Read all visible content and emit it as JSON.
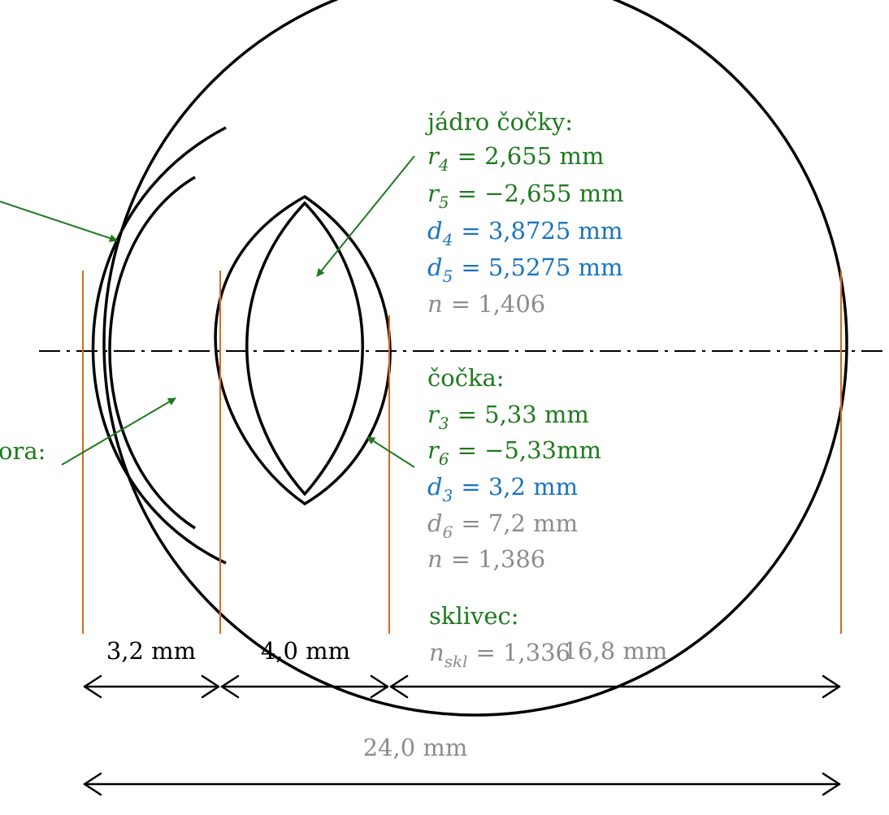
{
  "colors": {
    "outline": "#000000",
    "guide": "#d9691c",
    "green": "#1f7a1f",
    "blue": "#1a74c0",
    "gray": "#8c8c8c",
    "arrow": "#1f7a1f"
  },
  "labels": {
    "nucleus": {
      "heading": "jádro čočky:",
      "lines": [
        {
          "var": "r",
          "sub": "4",
          "value": "= 2,655 mm"
        },
        {
          "var": "r",
          "sub": "5",
          "value": "= −2,655 mm"
        },
        {
          "var": "d",
          "sub": "4",
          "value": "= 3,8725 mm"
        },
        {
          "var": "d",
          "sub": "5",
          "value": "= 5,5275 mm"
        },
        {
          "var": "n",
          "sub": "",
          "value": "= 1,406"
        }
      ]
    },
    "lens": {
      "heading": "čočka:",
      "lines": [
        {
          "var": "r",
          "sub": "3",
          "value": "= 5,33 mm"
        },
        {
          "var": "r",
          "sub": "6",
          "value": "= −5,33mm"
        },
        {
          "var": "d",
          "sub": "3",
          "value": "= 3,2 mm"
        },
        {
          "var": "d",
          "sub": "6",
          "value": "= 7,2 mm"
        },
        {
          "var": "n",
          "sub": "",
          "value": "= 1,386"
        }
      ]
    },
    "vitreous": {
      "heading": "sklivec:",
      "line": {
        "var": "n",
        "sub": "skl",
        "value": "= 1,336"
      }
    },
    "chamber_fragment": "ora:"
  },
  "dimensions": {
    "d1": "3,2 mm",
    "d2": "4,0 mm",
    "d3": "16,8 mm",
    "total": "24,0 mm"
  }
}
